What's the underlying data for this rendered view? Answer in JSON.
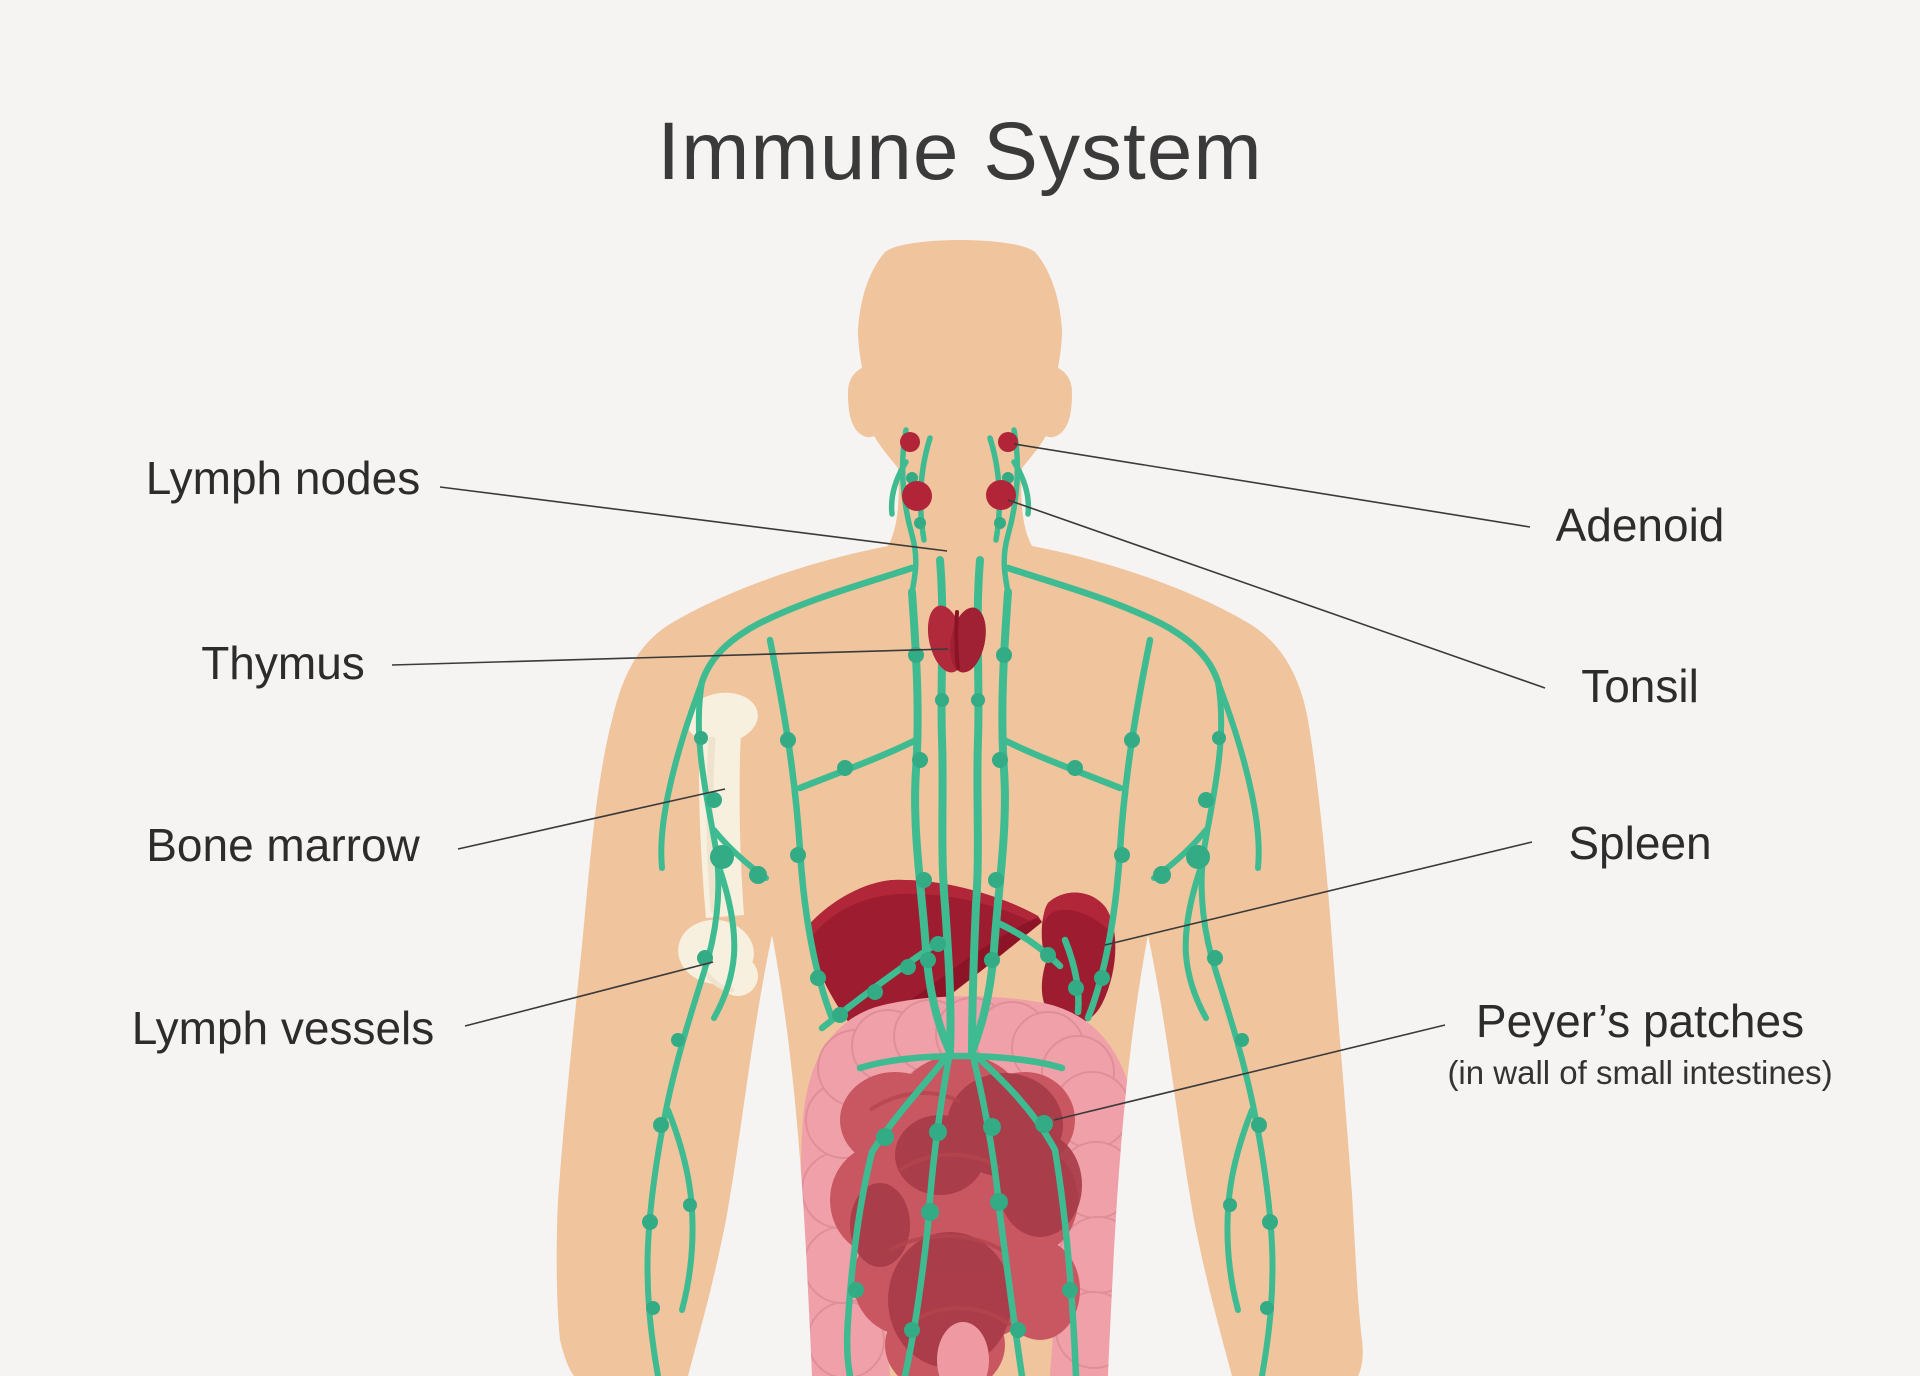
{
  "title": "Immune System",
  "labels": {
    "left": [
      {
        "id": "lymph-nodes",
        "text": "Lymph nodes"
      },
      {
        "id": "thymus",
        "text": "Thymus"
      },
      {
        "id": "bone-marrow",
        "text": "Bone marrow"
      },
      {
        "id": "lymph-vessels",
        "text": "Lymph vessels"
      }
    ],
    "right": [
      {
        "id": "adenoid",
        "text": "Adenoid"
      },
      {
        "id": "tonsil",
        "text": "Tonsil"
      },
      {
        "id": "spleen",
        "text": "Spleen"
      },
      {
        "id": "peyers-patches",
        "text": "Peyer’s patches",
        "subtext": "(in wall of small intestines)"
      }
    ]
  },
  "colors": {
    "background": "#f5f4f2",
    "skin": "#f0c49d",
    "vessel_green": "#3fbb92",
    "node_green": "#33ab85",
    "organ_red": "#9e1c30",
    "organ_red_light": "#b12739",
    "organ_red_dark": "#8a1426",
    "dot_red": "#b22438",
    "bone_cream": "#f8f0de",
    "intestine_outer_pink": "#f0a0a8",
    "intestine_inner_rose": "#c85762",
    "intestine_dark_red": "#a63b47",
    "leader_line": "#3a3a3a",
    "text": "#2c2c2c"
  }
}
